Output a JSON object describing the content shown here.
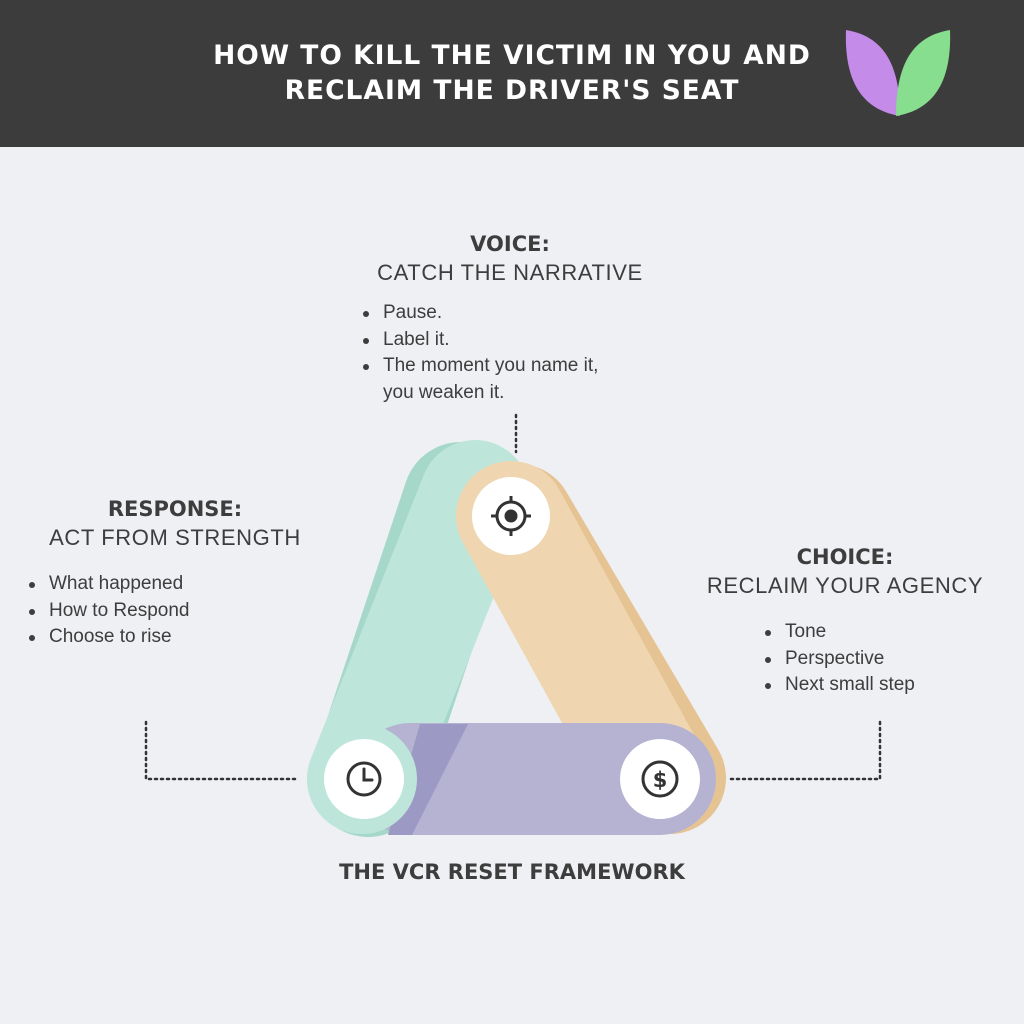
{
  "header": {
    "title_line1": "HOW TO KILL THE VICTIM IN YOU AND",
    "title_line2": "RECLAIM THE DRIVER'S SEAT",
    "logo_colors": [
      "#c58be8",
      "#86de8e"
    ],
    "background": "#3c3c3c"
  },
  "voice": {
    "heading": "VOICE:",
    "subheading": "CATCH THE NARRATIVE",
    "bullets": [
      "Pause.",
      "Label it.",
      "The moment you name it,",
      "you weaken it."
    ],
    "icon": "target-icon",
    "color": "#efd6b1"
  },
  "response": {
    "heading": "RESPONSE:",
    "subheading": "ACT FROM STRENGTH",
    "bullets": [
      "What happened",
      "How to Respond",
      "Choose to rise"
    ],
    "icon": "clock-icon",
    "color": "#bde5da"
  },
  "choice": {
    "heading": "CHOICE:",
    "subheading": "RECLAIM YOUR AGENCY",
    "bullets": [
      "Tone",
      "Perspective",
      "Next small step"
    ],
    "icon": "dollar-icon",
    "color": "#b5b3d1"
  },
  "framework": {
    "title": "THE VCR RESET FRAMEWORK"
  }
}
